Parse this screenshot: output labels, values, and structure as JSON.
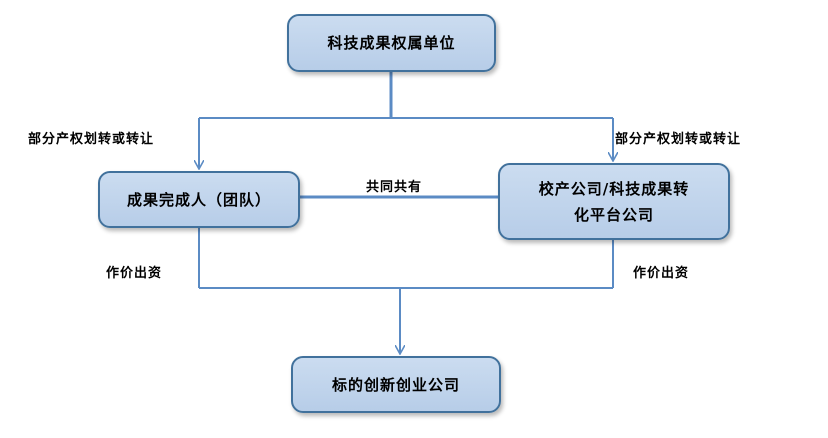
{
  "nodes": {
    "owner": "科技成果权属单位",
    "team": "成果完成人（团队）",
    "platform_line1": "校产公司/科技成果转",
    "platform_line2": "化平台公司",
    "target": "标的创新创业公司"
  },
  "edge_labels": {
    "left_transfer": "部分产权划转或转让",
    "right_transfer": "部分产权划转或转让",
    "co_own": "共同共有",
    "left_invest": "作价出资",
    "right_invest": "作价出资"
  },
  "colors": {
    "node_fill": "#c5d7ee",
    "node_border": "#41719c",
    "connector": "#5b8bc4"
  }
}
